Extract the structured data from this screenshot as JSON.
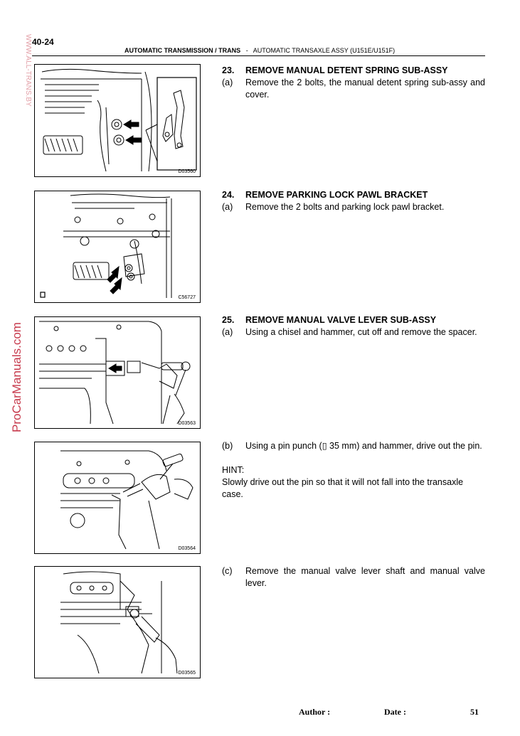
{
  "header": {
    "page_number": "40-24",
    "section": "AUTOMATIC TRANSMISSION / TRANS",
    "separator": "-",
    "subsection": "AUTOMATIC TRANSAXLE ASSY (U151E/U151F)"
  },
  "watermarks": {
    "top": "WWW.ALL-TRANS.BY",
    "side": "ProCarManuals.com"
  },
  "figures": [
    {
      "code": "D03560"
    },
    {
      "code": "C56727"
    },
    {
      "code": "D03563"
    },
    {
      "code": "D03564"
    },
    {
      "code": "D03565"
    }
  ],
  "steps": [
    {
      "number": "23.",
      "title": "REMOVE MANUAL DETENT SPRING SUB-ASSY",
      "subs": [
        {
          "label": "(a)",
          "text": "Remove the 2 bolts, the manual detent spring sub-assy and cover."
        }
      ]
    },
    {
      "number": "24.",
      "title": "REMOVE PARKING LOCK PAWL BRACKET",
      "subs": [
        {
          "label": "(a)",
          "text": "Remove the 2 bolts and parking lock pawl bracket."
        }
      ]
    },
    {
      "number": "25.",
      "title": "REMOVE MANUAL VALVE LEVER SUB-ASSY",
      "subs": [
        {
          "label": "(a)",
          "text": "Using a chisel and hammer, cut off and remove the spacer."
        },
        {
          "label": "(b)",
          "text": "Using a pin punch (▯ 35 mm) and hammer, drive out the pin."
        },
        {
          "label": "(c)",
          "text": "Remove the manual valve lever shaft and manual valve lever."
        }
      ],
      "hint_label": "HINT:",
      "hint_text": "Slowly drive out the pin so that it will not fall into the transaxle case."
    }
  ],
  "footer": {
    "author_label": "Author :",
    "date_label": "Date :",
    "page": "51"
  }
}
